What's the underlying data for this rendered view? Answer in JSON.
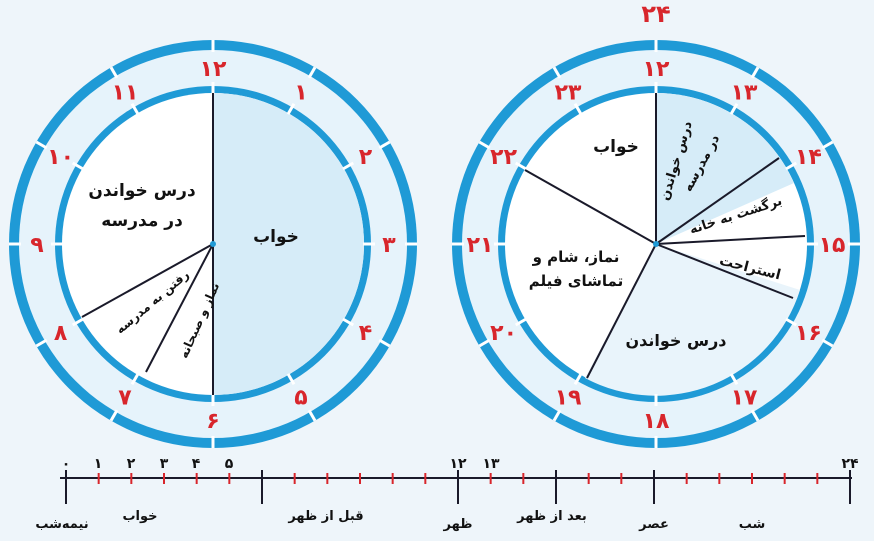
{
  "colors": {
    "rim_outer": "#1f9ad6",
    "rim_inner": "#9fd3f0",
    "face": "#ffffff",
    "wedge_fill": "#d6ecf8",
    "hour_numbers": "#d8262c",
    "lines": "#1a1a2a",
    "timeline_ticks": "#d8262c"
  },
  "clock_left": {
    "numbers": [
      "۱۲",
      "۱",
      "۲",
      "۳",
      "۴",
      "۵",
      "۶",
      "۷",
      "۸",
      "۹",
      "۱۰",
      "۱۱"
    ],
    "labels": {
      "sleep": "خواب",
      "school_line1": "درس خواندن",
      "school_line2": "در مدرسه",
      "prayer": "نماز و صبحانه",
      "going": "رفتن به مدرسه"
    }
  },
  "clock_right": {
    "top_number": "۲۴",
    "numbers": [
      "۱۲",
      "۱۳",
      "۱۴",
      "۱۵",
      "۱۶",
      "۱۷",
      "۱۸",
      "۱۹",
      "۲۰",
      "۲۱",
      "۲۲",
      "۲۳"
    ],
    "labels": {
      "sleep": "خواب",
      "school_line1": "درس خواندن",
      "school_line2": "در مدرسه",
      "return": "برگشت به خانه",
      "rest": "استراحت",
      "study": "درس خواندن",
      "dinner_line1": "نماز، شام و",
      "dinner_line2": "تماشای فیلم"
    }
  },
  "timeline": {
    "numbers": [
      "۰",
      "۱",
      "۲",
      "۳",
      "۴",
      "۵",
      "۱۲",
      "۱۳",
      "۲۴"
    ],
    "labels": {
      "midnight": "نیمه‌شب",
      "sleep": "خواب",
      "before_noon": "قبل از ظهر",
      "noon": "ظهر",
      "after_noon": "بعد از ظهر",
      "afternoon": "عصر",
      "night": "شب"
    }
  }
}
